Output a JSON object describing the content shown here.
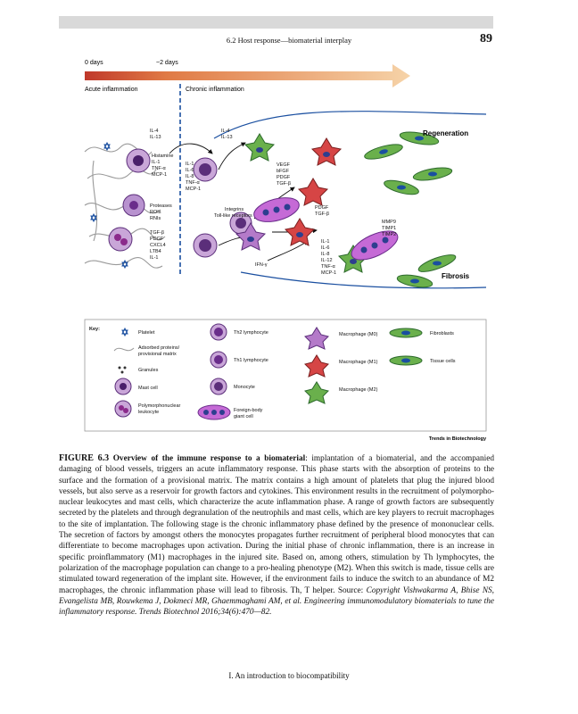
{
  "header": {
    "running_head": "6.2 Host response—biomaterial interplay",
    "page_number": "89"
  },
  "figure": {
    "timeline": {
      "day0": "0 days",
      "day2": "~2 days",
      "acute": "Acute inflammation",
      "chronic": "Chronic inflammation"
    },
    "labels": {
      "il4_il13_a": "IL-4",
      "il4_il13_b": "IL-13",
      "il4_il13_c": "IL-4",
      "il4_il13_d": "IL-13",
      "histamine": [
        "Histamine",
        "IL-1",
        "TNF-α",
        "MCP-1"
      ],
      "cytokines_mid": [
        "IL-1",
        "IL-6",
        "IL-8",
        "TNF-α",
        "MCP-1"
      ],
      "growth_factors": [
        "VEGF",
        "bFGF",
        "PDGF",
        "TGF-β"
      ],
      "proteases": [
        "Proteases",
        "ROIs",
        "RNIs"
      ],
      "integrins": [
        "Integrins",
        "Toll-like receptors"
      ],
      "tgf_block": [
        "TGF-β",
        "PDGF",
        "CXCL4",
        "LTB4",
        "IL-1"
      ],
      "pdgf_tgf": [
        "PDGF",
        "TGF-β"
      ],
      "mmp": [
        "MMP9",
        "TIMP1",
        "TIMP2"
      ],
      "m1_cytokines": [
        "IL-1",
        "IL-6",
        "IL-8",
        "IL-12",
        "TNF-α",
        "MCP-1"
      ],
      "ifn": "IFN-γ",
      "regeneration": "Regeneration",
      "fibrosis": "Fibrosis"
    },
    "key": {
      "title": "Key:",
      "platelet": "Platelet",
      "adsorbed": [
        "Adsorbed proteins/",
        "provisional matrix"
      ],
      "granules": "Granules",
      "mast_cell": "Mast cell",
      "pmn": [
        "Polymorphonuclear",
        "leukocyte"
      ],
      "th2": "Th2 lymphocyte",
      "th1": "Th1 lymphocyte",
      "monocyte": "Monocyte",
      "fbgc": [
        "Foreign-body",
        "giant cell"
      ],
      "m0": "Macrophage (M0)",
      "m1": "Macrophage (M1)",
      "m2": "Macrophage (M2)",
      "fibroblasts": "Fibroblasts",
      "tissue_cells": "Tissue cells"
    },
    "credit": "Trends in Biotechnology"
  },
  "caption": {
    "label": "FIGURE 6.3",
    "title": "Overview of the immune response to a biomaterial",
    "body": ": implantation of a biomaterial, and the accompanied damaging of blood vessels, triggers an acute inflammatory response. This phase starts with the absorption of proteins to the surface and the formation of a provisional matrix. The matrix contains a high amount of platelets that plug the injured blood vessels, but also serve as a reservoir for growth factors and cytokines. This environment results in the recruitment of polymorpho- nuclear leukocytes and mast cells, which characterize the acute inflammation phase. A range of growth factors are subsequently secreted by the platelets and through degranulation of the neutrophils and mast cells, which are key players to recruit macrophages to the site of implantation. The following stage is the chronic inflammatory phase defined by the presence of mononuclear cells. The secretion of factors by amongst others the monocytes propagates further recruitment of peripheral blood monocytes that can differentiate to become macrophages upon activation. During the initial phase of chronic inflammation, there is an increase in specific proinflammatory (M1) macrophages in the injured site. Based on, among others, stimulation by Th lymphocytes, the polarization of the macrophage population can change to a pro-healing phenotype (M2). When this switch is made, tissue cells are stimulated toward regeneration of the implant site. However, if the environment fails to induce the switch to an abundance of M2 macrophages, the chronic inflammation phase will lead to fibrosis. Th, T helper. Source: ",
    "source": "Copyright Vishwakarma A, Bhise NS, Evangelista MB, Rouwkema J, Dokmeci MR, Ghaemmaghami AM, et al. Engineering immunomodulatory biomaterials to tune the inflammatory response. Trends Biotechnol 2016;34(6):470—82."
  },
  "footer": {
    "text": "I. An introduction to biocompatibility"
  }
}
